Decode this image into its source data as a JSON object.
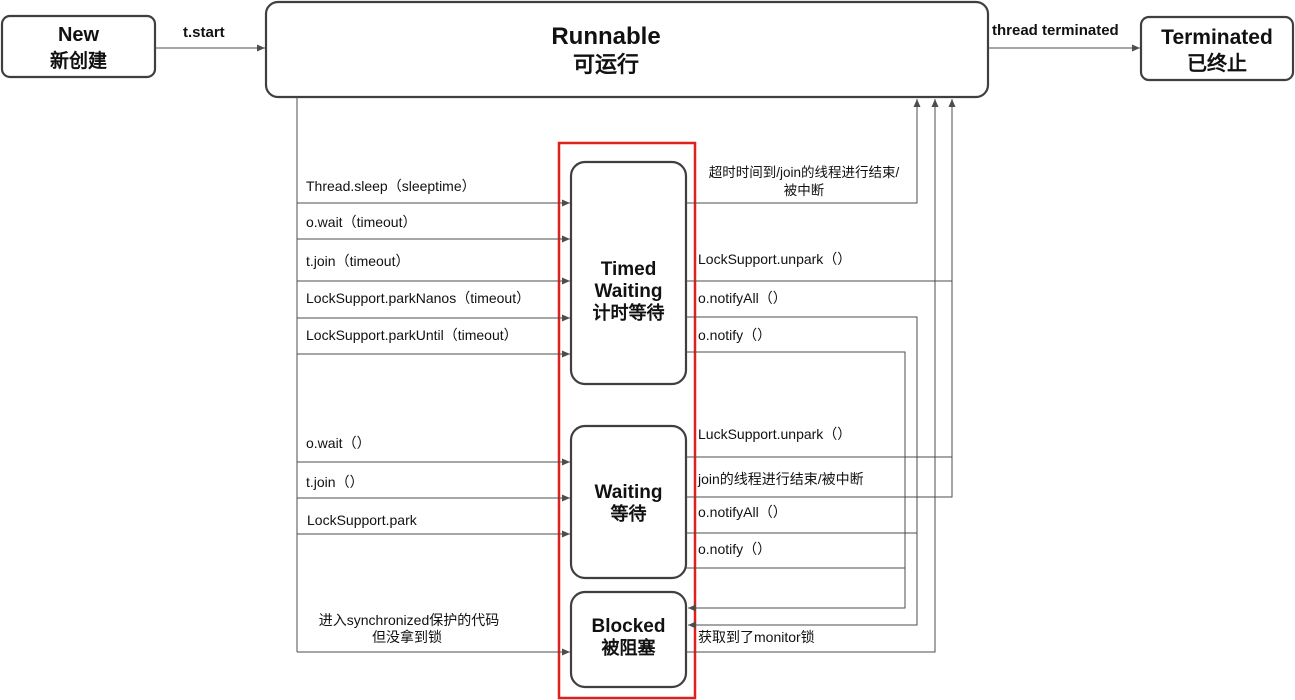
{
  "states": {
    "new": {
      "title": "New",
      "subtitle": "新创建"
    },
    "runnable": {
      "title": "Runnable",
      "subtitle": "可运行"
    },
    "terminated": {
      "title": "Terminated",
      "subtitle": "已终止"
    },
    "timed_waiting": {
      "title_lines": [
        "Timed",
        "Waiting"
      ],
      "subtitle": "计时等待"
    },
    "waiting": {
      "title": "Waiting",
      "subtitle": "等待"
    },
    "blocked": {
      "title": "Blocked",
      "subtitle": "被阻塞"
    }
  },
  "transitions": {
    "start": "t.start",
    "terminate": "thread terminated",
    "into_timed_waiting": [
      "Thread.sleep（sleeptime）",
      "o.wait（timeout）",
      "t.join（timeout）",
      "LockSupport.parkNanos（timeout）",
      "LockSupport.parkUntil（timeout）"
    ],
    "into_waiting": [
      "o.wait（）",
      "t.join（）",
      "LockSupport.park"
    ],
    "into_blocked": [
      "进入synchronized保护的代码",
      "但没拿到锁"
    ],
    "from_timed_waiting": {
      "timeout_or_interrupt": [
        "超时时间到/join的线程进行结束/",
        "被中断"
      ],
      "unpark": "LockSupport.unpark（）",
      "notify_all": "o.notifyAll（）",
      "notify": "o.notify（）"
    },
    "from_waiting": {
      "unpark": "LuckSupport.unpark（）",
      "join_end_or_interrupt": "join的线程进行结束/被中断",
      "notify_all": "o.notifyAll（）",
      "notify": "o.notify（）"
    },
    "from_blocked": "获取到了monitor锁"
  },
  "colors": {
    "box_border": "#3f3f3f",
    "line": "#4d4d4d",
    "highlight": "#e0201d",
    "background": "#ffffff"
  }
}
